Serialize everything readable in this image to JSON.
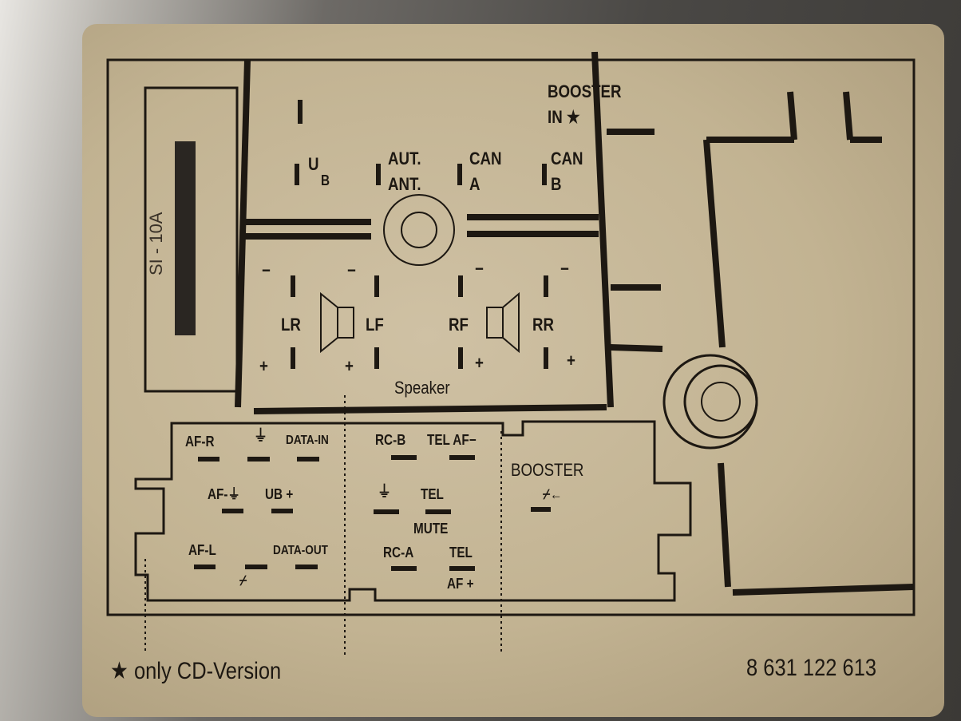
{
  "top_connector": {
    "booster_in": [
      "BOOSTER",
      "IN ★"
    ],
    "ub": [
      "U",
      "B"
    ],
    "aut_ant": [
      "AUT.",
      "ANT."
    ],
    "can_a": [
      "CAN",
      "A"
    ],
    "can_b": [
      "CAN",
      "B"
    ],
    "speakers": {
      "lr": "LR",
      "lf": "LF",
      "rf": "RF",
      "rr": "RR",
      "minus": "−",
      "plus": "+"
    },
    "speaker_label": "Speaker"
  },
  "fuse_label": "SI - 10A",
  "bottom_connector": {
    "pins": [
      "AF-R",
      "DATA-IN",
      "AF-⏚",
      "UB +",
      "AF-L",
      "DATA-OUT",
      "RC-B",
      "TEL AF−",
      "TEL",
      "MUTE",
      "RC-A",
      "TEL",
      "AF +"
    ],
    "booster_label": "BOOSTER"
  },
  "footer": {
    "note": "★ only CD-Version",
    "part_number": "8 631 122 613"
  },
  "colors": {
    "ink": "#1d1812",
    "paper": "#c9b99a"
  }
}
